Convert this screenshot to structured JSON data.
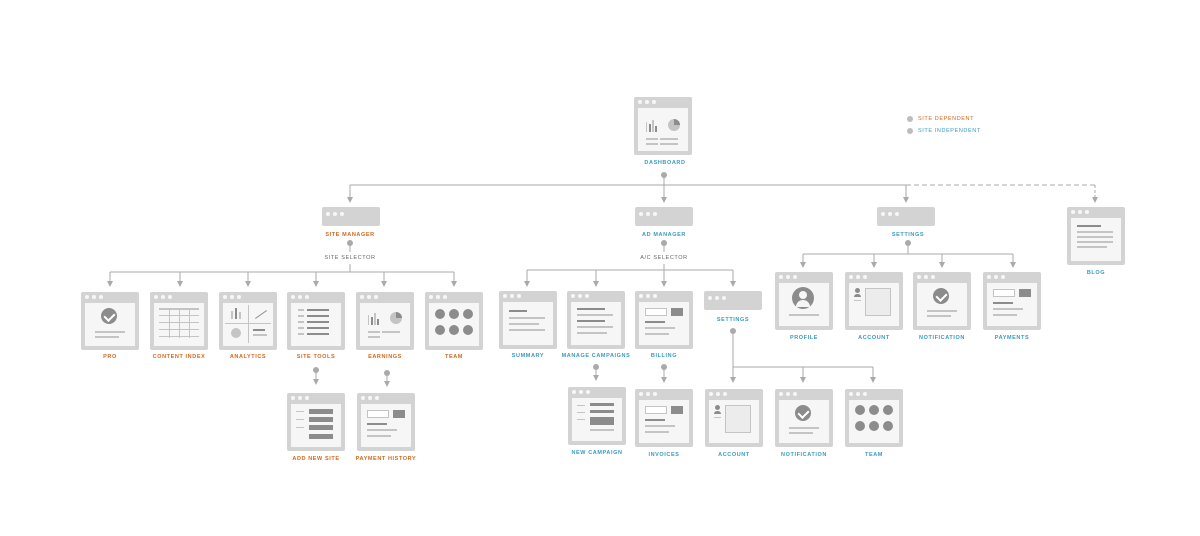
{
  "legend": {
    "site_dependent": "SITE DEPENDENT",
    "site_independent": "SITE INDEPENDENT"
  },
  "nodes": {
    "dashboard": "DASHBOARD",
    "site_manager": "SITE MANAGER",
    "site_selector": "SITE SELECTOR",
    "ad_manager": "AD MANAGER",
    "ac_selector": "A/C SELECTOR",
    "settings_top": "SETTINGS",
    "blog": "BLOG",
    "pro": "PRO",
    "content_index": "CONTENT INDEX",
    "analytics": "ANALYTICS",
    "site_tools": "SITE TOOLS",
    "earnings": "EARNINGS",
    "team_site": "TEAM",
    "summary": "SUMMARY",
    "manage_campaigns": "MANAGE CAMPAIGNS",
    "billing": "BILLING",
    "settings_ad": "SETTINGS",
    "profile": "PROFILE",
    "account_top": "ACCOUNT",
    "notification_top": "NOTIFICATION",
    "payments": "PAYMENTS",
    "add_new_site": "ADD NEW SITE",
    "payment_history": "PAYMENT HISTORY",
    "new_campaign": "NEW CAMPAIGN",
    "invoices": "INVOICES",
    "account_ad": "ACCOUNT",
    "notification_ad": "NOTIFICATION",
    "team_ad": "TEAM"
  },
  "colors": {
    "site_dependent": "#d2691e",
    "site_independent": "#3a9bc1",
    "wireframe": "#d3d3d3",
    "connector": "#aaaaaa"
  }
}
